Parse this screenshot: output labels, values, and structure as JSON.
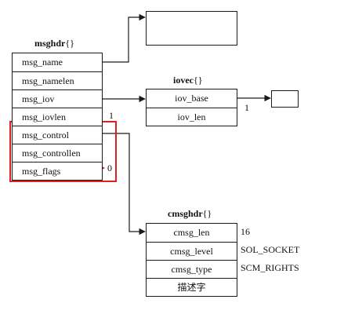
{
  "msghdr": {
    "title": "msghdr",
    "title_suffix": "{}",
    "fields": [
      "msg_name",
      "msg_namelen",
      "msg_iov",
      "msg_iovlen",
      "msg_control",
      "msg_controllen",
      "msg_flags"
    ],
    "iovlen_value": "1",
    "flags_value": "0"
  },
  "iovec": {
    "title": "iovec",
    "title_suffix": "{}",
    "fields": [
      "iov_base",
      "iov_len"
    ],
    "base_value": "1"
  },
  "cmsghdr": {
    "title": "cmsghdr",
    "title_suffix": "{}",
    "fields": [
      "cmsg_len",
      "cmsg_level",
      "cmsg_type",
      "描述字"
    ],
    "values": [
      "16",
      "SOL_SOCKET",
      "SCM_RIGHTS"
    ]
  },
  "colors": {
    "highlight": "#e02020",
    "line": "#1a1a1a"
  }
}
